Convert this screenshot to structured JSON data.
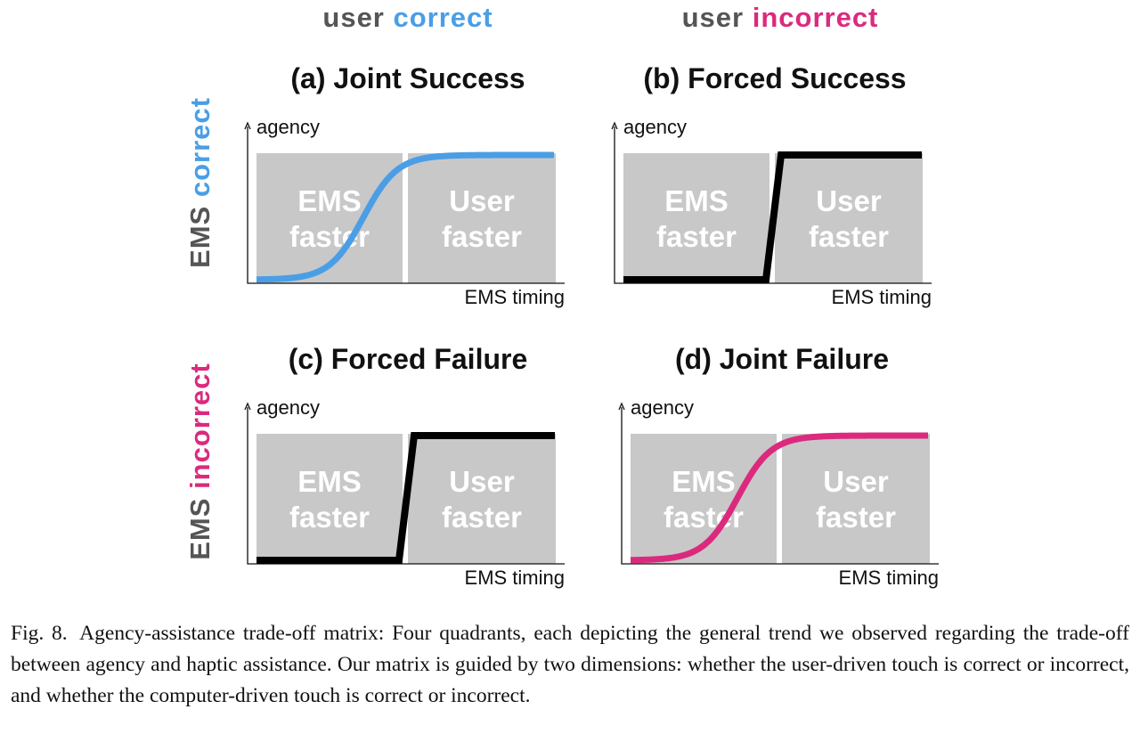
{
  "column_headers": [
    {
      "prefix": "user",
      "highlight": "correct",
      "color": "#4a9ee6"
    },
    {
      "prefix": "user",
      "highlight": "incorrect",
      "color": "#db2a7e"
    }
  ],
  "row_headers": [
    {
      "prefix": "EMS",
      "highlight": "correct",
      "color": "#4a9ee6"
    },
    {
      "prefix": "EMS",
      "highlight": "incorrect",
      "color": "#db2a7e"
    }
  ],
  "panels": [
    {
      "title": "(a) Joint Success",
      "y_label": "agency",
      "x_label": "EMS timing",
      "regions": [
        {
          "line1": "EMS",
          "line2": "faster"
        },
        {
          "line1": "User",
          "line2": "faster"
        }
      ],
      "curve": {
        "shape": "sigmoid",
        "color": "#4a9ee6"
      }
    },
    {
      "title": "(b) Forced Success",
      "y_label": "agency",
      "x_label": "EMS timing",
      "regions": [
        {
          "line1": "EMS",
          "line2": "faster"
        },
        {
          "line1": "User",
          "line2": "faster"
        }
      ],
      "curve": {
        "shape": "step",
        "color": "#000000"
      }
    },
    {
      "title": "(c) Forced Failure",
      "y_label": "agency",
      "x_label": "EMS timing",
      "regions": [
        {
          "line1": "EMS",
          "line2": "faster"
        },
        {
          "line1": "User",
          "line2": "faster"
        }
      ],
      "curve": {
        "shape": "step",
        "color": "#000000"
      }
    },
    {
      "title": "(d) Joint Failure",
      "y_label": "agency",
      "x_label": "EMS timing",
      "regions": [
        {
          "line1": "EMS",
          "line2": "faster"
        },
        {
          "line1": "User",
          "line2": "faster"
        }
      ],
      "curve": {
        "shape": "sigmoid",
        "color": "#db2a7e"
      }
    }
  ],
  "caption": {
    "label": "Fig. 8.",
    "text": "Agency-assistance trade-off matrix: Four quadrants, each depicting the general trend we observed regarding the trade-off between agency and haptic assistance. Our matrix is guided by two dimensions: whether the user-driven touch is correct or incorrect, and whether the computer-driven touch is correct or incorrect."
  }
}
